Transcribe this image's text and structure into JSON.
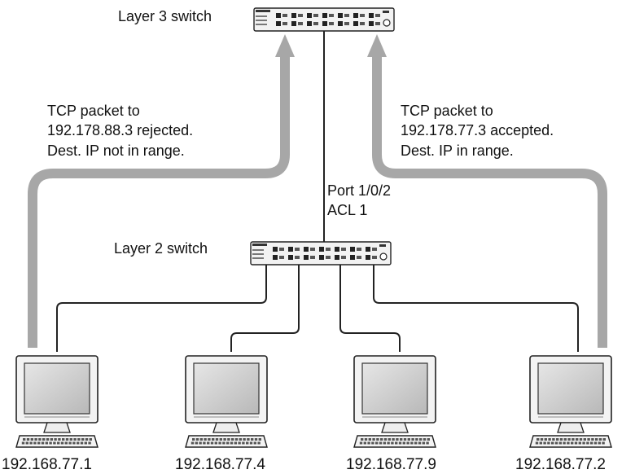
{
  "switches": {
    "layer3": {
      "label": "Layer 3 switch"
    },
    "layer2": {
      "label": "Layer 2 switch",
      "port_label": "Port 1/0/2",
      "acl_label": "ACL 1"
    }
  },
  "annotations": {
    "rejected": [
      "TCP packet to",
      "192.178.88.3 rejected.",
      "Dest. IP not in range."
    ],
    "accepted": [
      "TCP packet to",
      "192.178.77.3 accepted.",
      "Dest. IP in range."
    ]
  },
  "computers": [
    {
      "ip": "192.168.77.1"
    },
    {
      "ip": "192.168.77.4"
    },
    {
      "ip": "192.168.77.9"
    },
    {
      "ip": "192.168.77.2"
    }
  ],
  "colors": {
    "arrow": "#a7a7a7",
    "line": "#222222",
    "device_body": "#f3f3f3",
    "screen": "#c9c9c9"
  }
}
